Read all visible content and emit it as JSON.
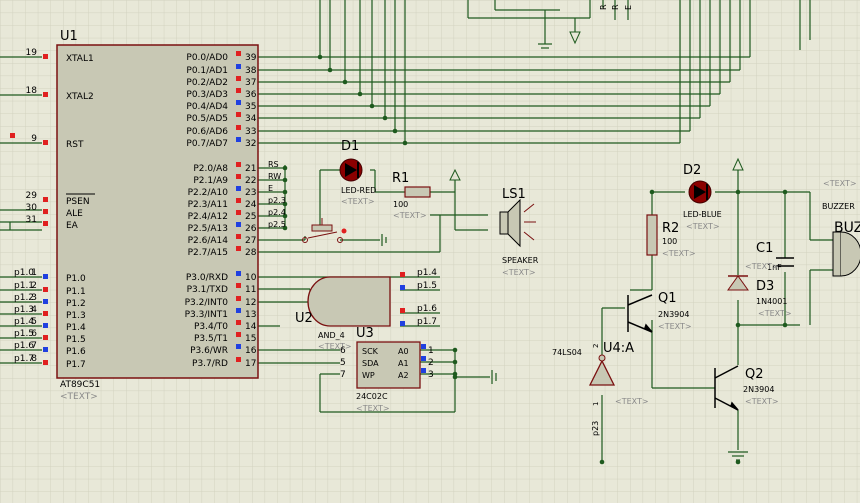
{
  "colors": {
    "background": "#e8e8d8",
    "grid": "#d2d2c0",
    "wire": "#1e5a1e",
    "component_fill": "#c8c8b4",
    "component_stroke": "#7a1010",
    "pin_red": "#e02020",
    "pin_blue": "#2040e0",
    "text": "#000000",
    "text_placeholder": "#8a8a8a",
    "chip_label": "#000000"
  },
  "u1": {
    "ref": "U1",
    "part": "AT89C51",
    "text_tag": "<TEXT>",
    "left_pins": [
      {
        "num": "19",
        "name": "XTAL1",
        "net": ""
      },
      {
        "num": "18",
        "name": "XTAL2",
        "net": ""
      },
      {
        "num": "9",
        "name": "RST",
        "net": ""
      },
      {
        "num": "29",
        "name": "PSEN",
        "net": ""
      },
      {
        "num": "30",
        "name": "ALE",
        "net": ""
      },
      {
        "num": "31",
        "name": "EA",
        "net": ""
      },
      {
        "num": "1",
        "name": "P1.0",
        "net": "p1.0"
      },
      {
        "num": "2",
        "name": "P1.1",
        "net": "p1.1"
      },
      {
        "num": "3",
        "name": "P1.2",
        "net": "p1.2"
      },
      {
        "num": "4",
        "name": "P1.3",
        "net": "p1.3"
      },
      {
        "num": "5",
        "name": "P1.4",
        "net": "p1.4"
      },
      {
        "num": "6",
        "name": "P1.5",
        "net": "p1.5"
      },
      {
        "num": "7",
        "name": "P1.6",
        "net": "p1.6"
      },
      {
        "num": "8",
        "name": "P1.7",
        "net": "p1.7"
      }
    ],
    "right_pins": [
      {
        "num": "39",
        "name": "P0.0/AD0",
        "net": ""
      },
      {
        "num": "38",
        "name": "P0.1/AD1",
        "net": ""
      },
      {
        "num": "37",
        "name": "P0.2/AD2",
        "net": ""
      },
      {
        "num": "36",
        "name": "P0.3/AD3",
        "net": ""
      },
      {
        "num": "35",
        "name": "P0.4/AD4",
        "net": ""
      },
      {
        "num": "34",
        "name": "P0.5/AD5",
        "net": ""
      },
      {
        "num": "33",
        "name": "P0.6/AD6",
        "net": ""
      },
      {
        "num": "32",
        "name": "P0.7/AD7",
        "net": ""
      },
      {
        "num": "21",
        "name": "P2.0/A8",
        "net": "RS"
      },
      {
        "num": "22",
        "name": "P2.1/A9",
        "net": "RW"
      },
      {
        "num": "23",
        "name": "P2.2/A10",
        "net": "E"
      },
      {
        "num": "24",
        "name": "P2.3/A11",
        "net": "p2.3"
      },
      {
        "num": "25",
        "name": "P2.4/A12",
        "net": "p2.4"
      },
      {
        "num": "26",
        "name": "P2.5/A13",
        "net": "p2.5"
      },
      {
        "num": "27",
        "name": "P2.6/A14",
        "net": ""
      },
      {
        "num": "28",
        "name": "P2.7/A15",
        "net": ""
      },
      {
        "num": "10",
        "name": "P3.0/RXD",
        "net": ""
      },
      {
        "num": "11",
        "name": "P3.1/TXD",
        "net": ""
      },
      {
        "num": "12",
        "name": "P3.2/INT0",
        "net": ""
      },
      {
        "num": "13",
        "name": "P3.3/INT1",
        "net": ""
      },
      {
        "num": "14",
        "name": "P3.4/T0",
        "net": ""
      },
      {
        "num": "15",
        "name": "P3.5/T1",
        "net": ""
      },
      {
        "num": "16",
        "name": "P3.6/WR",
        "net": ""
      },
      {
        "num": "17",
        "name": "P3.7/RD",
        "net": ""
      }
    ]
  },
  "d1": {
    "ref": "D1",
    "part": "LED-RED",
    "text_tag": "<TEXT>"
  },
  "r1": {
    "ref": "R1",
    "value": "100",
    "text_tag": "<TEXT>"
  },
  "ls1": {
    "ref": "LS1",
    "part": "SPEAKER",
    "text_tag": "<TEXT>"
  },
  "u2": {
    "ref": "U2",
    "part": "AND_4",
    "text_tag": "<TEXT>",
    "inputs": [
      "p1.4",
      "p1.5",
      "p1.6",
      "p1.7"
    ]
  },
  "u3": {
    "ref": "U3",
    "part": "24C02C",
    "text_tag": "<TEXT>",
    "pins_left": [
      {
        "num": "6",
        "name": "SCK"
      },
      {
        "num": "5",
        "name": "SDA"
      },
      {
        "num": "7",
        "name": "WP"
      }
    ],
    "pins_right": [
      {
        "num": "1",
        "name": "A0"
      },
      {
        "num": "2",
        "name": "A1"
      },
      {
        "num": "3",
        "name": "A2"
      }
    ]
  },
  "d2": {
    "ref": "D2",
    "part": "LED-BLUE",
    "text_tag": "<TEXT>"
  },
  "r2": {
    "ref": "R2",
    "value": "100",
    "text_tag": "<TEXT>"
  },
  "c1": {
    "ref": "C1",
    "value": "1nF",
    "text_tag": "<TEXT>"
  },
  "d3": {
    "ref": "D3",
    "part": "1N4001",
    "text_tag": "<TEXT>"
  },
  "q1": {
    "ref": "Q1",
    "part": "2N3904",
    "text_tag": "<TEXT>"
  },
  "q2": {
    "ref": "Q2",
    "part": "2N3904",
    "text_tag": "<TEXT>"
  },
  "u4": {
    "ref": "U4:A",
    "part": "74LS04",
    "pin_in": "1",
    "pin_out": "2",
    "net": "p23",
    "text_tag": "<TEXT>"
  },
  "buzzer": {
    "ref": "BUZZER",
    "partial": "BUZ",
    "text_tag": "<TEXT>"
  },
  "top_nets": [
    "R",
    "R",
    "E"
  ]
}
